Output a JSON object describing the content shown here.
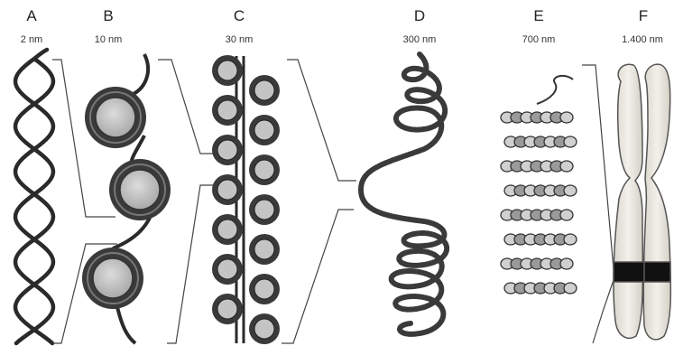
{
  "panels": [
    {
      "letter": "A",
      "scale": "2 nm"
    },
    {
      "letter": "B",
      "scale": "10 nm"
    },
    {
      "letter": "C",
      "scale": "30 nm"
    },
    {
      "letter": "D",
      "scale": "300 nm"
    },
    {
      "letter": "E",
      "scale": "700 nm"
    },
    {
      "letter": "F",
      "scale": "1.400 nm"
    }
  ],
  "colors": {
    "ink": "#2a2a2a",
    "bead": "#c9c9c9",
    "chromatid": "#e7e4dc",
    "band": "#111111"
  }
}
